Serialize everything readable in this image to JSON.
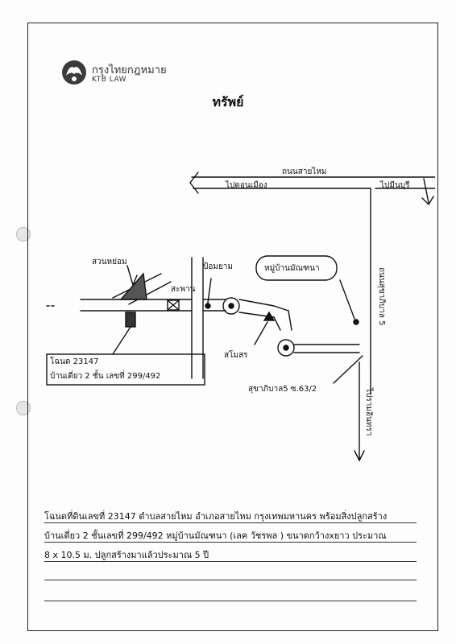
{
  "header": {
    "brand_thai": "กรุงไทยกฎหมาย",
    "brand_en": "KTB LAW",
    "title": "ทรัพย์"
  },
  "map": {
    "labels": {
      "road_top": "ถนนสายไหม",
      "to_left": "ไปดอนเมือง",
      "to_right": "ไปมีนบุรี",
      "right_road": "ถนนสุขาภิบาล 5",
      "village": "หมู่บ้านมัณฑนา",
      "suan": "สวนหย่อม",
      "bridge": "สะพาน",
      "police": "ป้อมยาม",
      "land_note_1": "โฉนด 23147",
      "land_note_2": "บ้านเดี่ยว 2 ชั้น เลขที่ 299/492",
      "samo": "สโมสร",
      "soi": "สุขาภิบาล5 ซ.63/2",
      "bottom_arrow": "ไปรามอินทรา"
    }
  },
  "description": {
    "line1": "โฉนดที่ดินเลขที่ 23147 ตำบลสายไหม อำเภอสายไหม กรุงเทพมหานคร พร้อมสิ่งปลูกสร้าง",
    "line2": "บ้านเดี่ยว 2 ชั้นเลขที่ 299/492 หมู่บ้านมัณฑนา (เลค วัชรพล ) ขนาดกว้างxยาว ประมาณ",
    "line3": "8 x 10.5 ม. ปลูกสร้างมาแล้วประมาณ 5 ปี"
  }
}
